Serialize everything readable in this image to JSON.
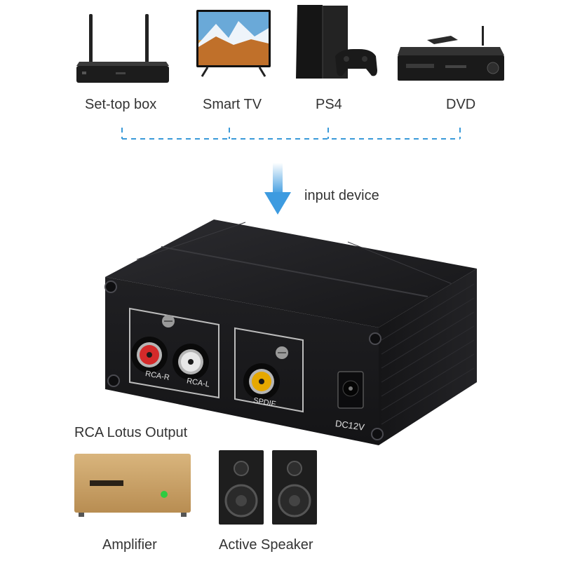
{
  "sources": [
    {
      "label": "Set-top box",
      "icon": "set-top-box-icon"
    },
    {
      "label": "Smart TV",
      "icon": "smart-tv-icon"
    },
    {
      "label": "PS4",
      "icon": "ps4-console-icon"
    },
    {
      "label": "DVD",
      "icon": "dvd-player-icon"
    }
  ],
  "flow": {
    "label": "input device",
    "arrow_color": "#4da3e0",
    "line_color": "#3a9ad9"
  },
  "converter": {
    "ports": {
      "rca_r": "RCA-R",
      "rca_l": "RCA-L",
      "spdif": "SPDIF",
      "dc": "DC12V"
    },
    "body_color": "#1b1b1d",
    "red_jack": "#d42a2a",
    "white_jack": "#e8e8e8",
    "yellow_jack": "#e6a800"
  },
  "outputs": {
    "heading": "RCA Lotus Output",
    "amplifier": {
      "label": "Amplifier",
      "color": "#c9a268",
      "led": "#2ecc40"
    },
    "speaker": {
      "label": "Active Speaker"
    }
  }
}
